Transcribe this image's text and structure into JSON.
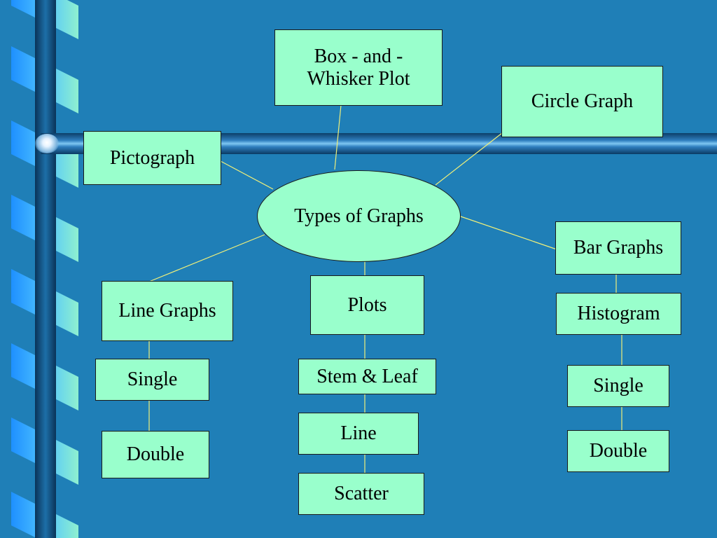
{
  "colors": {
    "background": "#1f7fb7",
    "node_fill": "#99ffcc",
    "connector": "#f0f07a"
  },
  "diagram": {
    "center": "Types of Graphs",
    "box_whisker": "Box - and - Whisker Plot",
    "circle_graph": "Circle Graph",
    "pictograph": "Pictograph",
    "bar_graphs": "Bar Graphs",
    "histogram": "Histogram",
    "bar_single": "Single",
    "bar_double": "Double",
    "line_graphs": "Line Graphs",
    "line_single": "Single",
    "line_double": "Double",
    "plots": "Plots",
    "stem_leaf": "Stem & Leaf",
    "line_plot": "Line",
    "scatter": "Scatter"
  }
}
